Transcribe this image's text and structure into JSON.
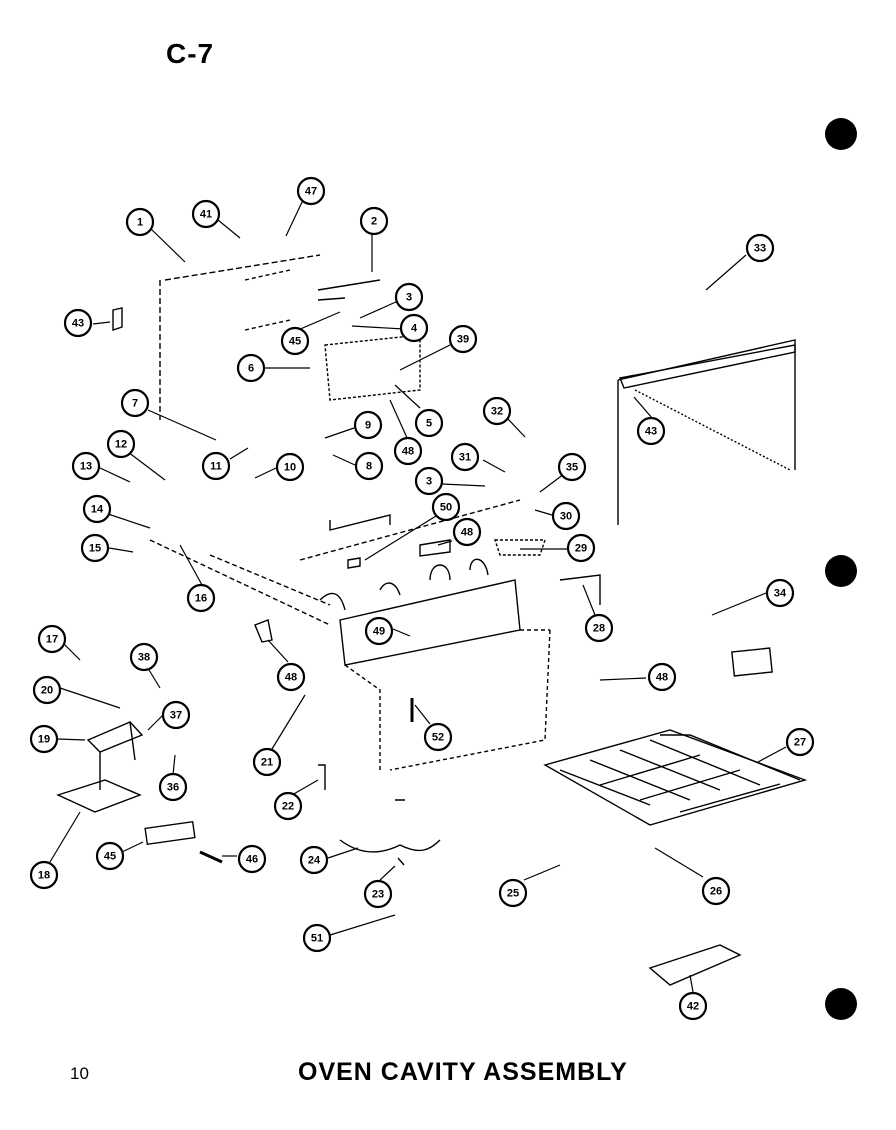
{
  "header": {
    "page_code": "C-7"
  },
  "footer": {
    "page_number": "10",
    "title": "OVEN CAVITY ASSEMBLY"
  },
  "callouts": [
    {
      "n": "1"
    },
    {
      "n": "41"
    },
    {
      "n": "47"
    },
    {
      "n": "2"
    },
    {
      "n": "33"
    },
    {
      "n": "43"
    },
    {
      "n": "3"
    },
    {
      "n": "45"
    },
    {
      "n": "4"
    },
    {
      "n": "39"
    },
    {
      "n": "6"
    },
    {
      "n": "7"
    },
    {
      "n": "5"
    },
    {
      "n": "43"
    },
    {
      "n": "9"
    },
    {
      "n": "32"
    },
    {
      "n": "12"
    },
    {
      "n": "48"
    },
    {
      "n": "11"
    },
    {
      "n": "10"
    },
    {
      "n": "8"
    },
    {
      "n": "31"
    },
    {
      "n": "35"
    },
    {
      "n": "13"
    },
    {
      "n": "3"
    },
    {
      "n": "50"
    },
    {
      "n": "30"
    },
    {
      "n": "14"
    },
    {
      "n": "48"
    },
    {
      "n": "15"
    },
    {
      "n": "29"
    },
    {
      "n": "16"
    },
    {
      "n": "34"
    },
    {
      "n": "28"
    },
    {
      "n": "49"
    },
    {
      "n": "17"
    },
    {
      "n": "38"
    },
    {
      "n": "48"
    },
    {
      "n": "48"
    },
    {
      "n": "20"
    },
    {
      "n": "37"
    },
    {
      "n": "52"
    },
    {
      "n": "19"
    },
    {
      "n": "21"
    },
    {
      "n": "27"
    },
    {
      "n": "36"
    },
    {
      "n": "22"
    },
    {
      "n": "18"
    },
    {
      "n": "45"
    },
    {
      "n": "46"
    },
    {
      "n": "24"
    },
    {
      "n": "23"
    },
    {
      "n": "25"
    },
    {
      "n": "26"
    },
    {
      "n": "51"
    },
    {
      "n": "42"
    }
  ]
}
